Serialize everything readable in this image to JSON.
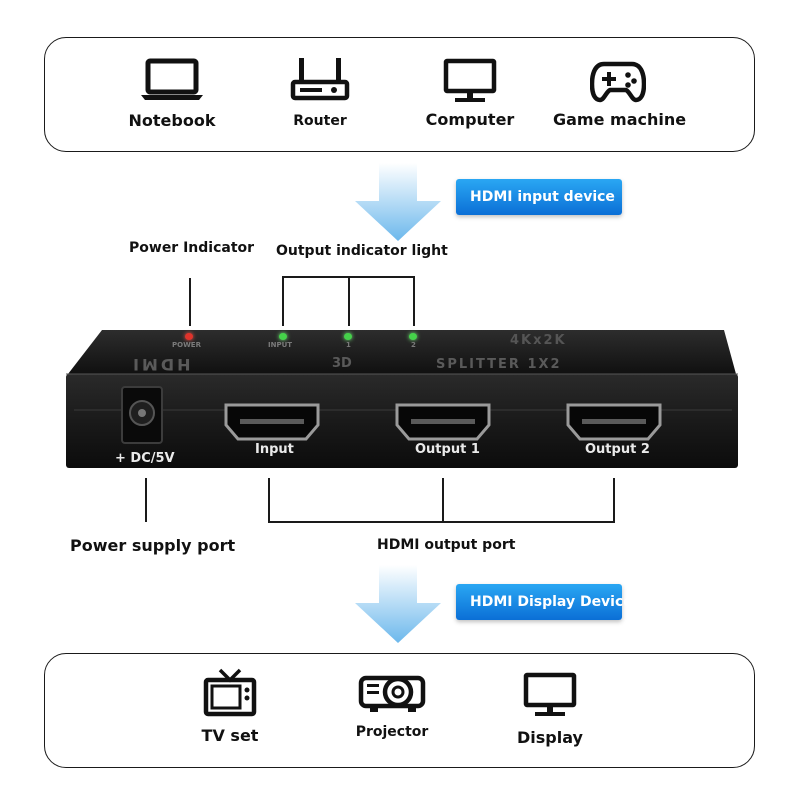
{
  "input_devices": {
    "items": [
      {
        "label": "Notebook",
        "icon": "laptop-icon"
      },
      {
        "label": "Router",
        "icon": "router-icon"
      },
      {
        "label": "Computer",
        "icon": "monitor-icon"
      },
      {
        "label": "Game machine",
        "icon": "gamepad-icon"
      }
    ]
  },
  "input_tag": "HDMI input device",
  "callouts": {
    "power_indicator": "Power Indicator",
    "output_indicator": "Output indicator light",
    "power_supply_port": "Power supply port",
    "hdmi_output_port": "HDMI output port"
  },
  "device": {
    "top_labels": {
      "brand": "HDMI",
      "mode": "3D",
      "resolution": "4Kx2K",
      "model": "SPLITTER 1X2"
    },
    "led_labels": [
      "POWER",
      "INPUT",
      "1",
      "2"
    ],
    "ports": {
      "dc": "+ DC/5V",
      "input": "Input",
      "output1": "Output 1",
      "output2": "Output 2"
    }
  },
  "display_tag": "HDMI Display Device",
  "display_devices": {
    "items": [
      {
        "label": "TV set",
        "icon": "tv-icon"
      },
      {
        "label": "Projector",
        "icon": "projector-icon"
      },
      {
        "label": "Display",
        "icon": "display-icon"
      }
    ]
  },
  "colors": {
    "tag_blue": "#1a8de8",
    "arrow_blue": "#7fc2ef",
    "led_red": "#e0332b",
    "led_green": "#45d24a",
    "device_body": "#1b1b1b"
  }
}
